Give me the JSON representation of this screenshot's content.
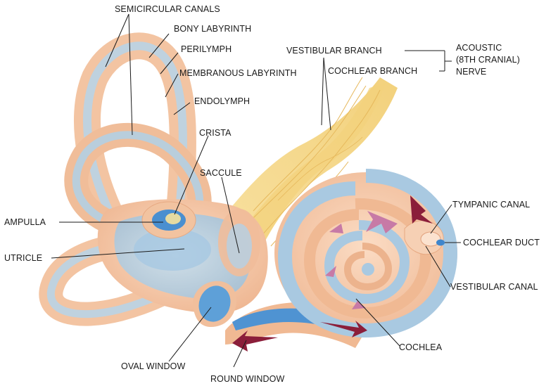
{
  "labels": {
    "semicircular_canals": "SEMICIRCULAR CANALS",
    "bony_labyrinth": "BONY LABYRINTH",
    "perilymph": "PERILYMPH",
    "membranous_labyrinth": "MEMBRANOUS LABYRINTH",
    "endolymph": "ENDOLYMPH",
    "crista": "CRISTA",
    "saccule": "SACCULE",
    "ampulla": "AMPULLA",
    "utricle": "UTRICLE",
    "oval_window": "OVAL WINDOW",
    "round_window": "ROUND WINDOW",
    "vestibular_branch": "VESTIBULAR BRANCH",
    "cochlear_branch": "COCHLEAR BRANCH",
    "acoustic_line1": "ACOUSTIC",
    "acoustic_line2": "(8TH CRANIAL)",
    "acoustic_line3": "NERVE",
    "tympanic_canal": "TYMPANIC CANAL",
    "cochlear_duct": "COCHLEAR DUCT",
    "vestibular_canal": "VESTIBULAR CANAL",
    "cochlea": "COCHLEA"
  },
  "colors": {
    "bony_labyrinth": "#f6c8a8",
    "perilymph_band": "#b9d4e6",
    "endolymph_fill": "#a8cce8",
    "membranous_blue": "#4a90d0",
    "nerve_yellow": "#f5d98a",
    "arrow_dark": "#8b1e3a",
    "arrow_light": "#c77aa6"
  }
}
